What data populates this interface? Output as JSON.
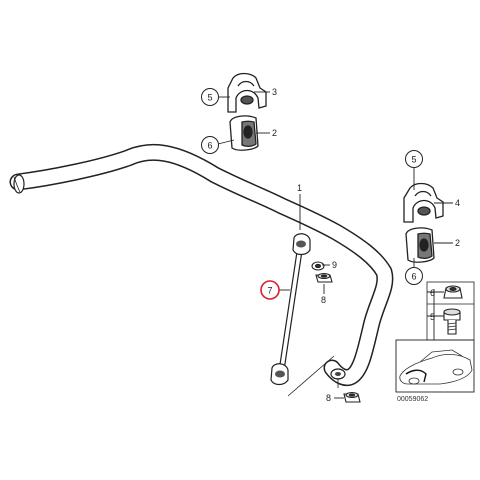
{
  "diagram": {
    "labels": {
      "l1": "1",
      "l2a": "2",
      "l2b": "2",
      "l3": "3",
      "l4": "4",
      "l5a": "5",
      "l5b": "5",
      "l5c": "5",
      "l6a": "6",
      "l6b": "6",
      "l6c": "6",
      "l7": "7",
      "l8a": "8",
      "l8b": "8",
      "l9": "9"
    },
    "reference_code": "00059062",
    "highlight_color": "#d9202c"
  }
}
